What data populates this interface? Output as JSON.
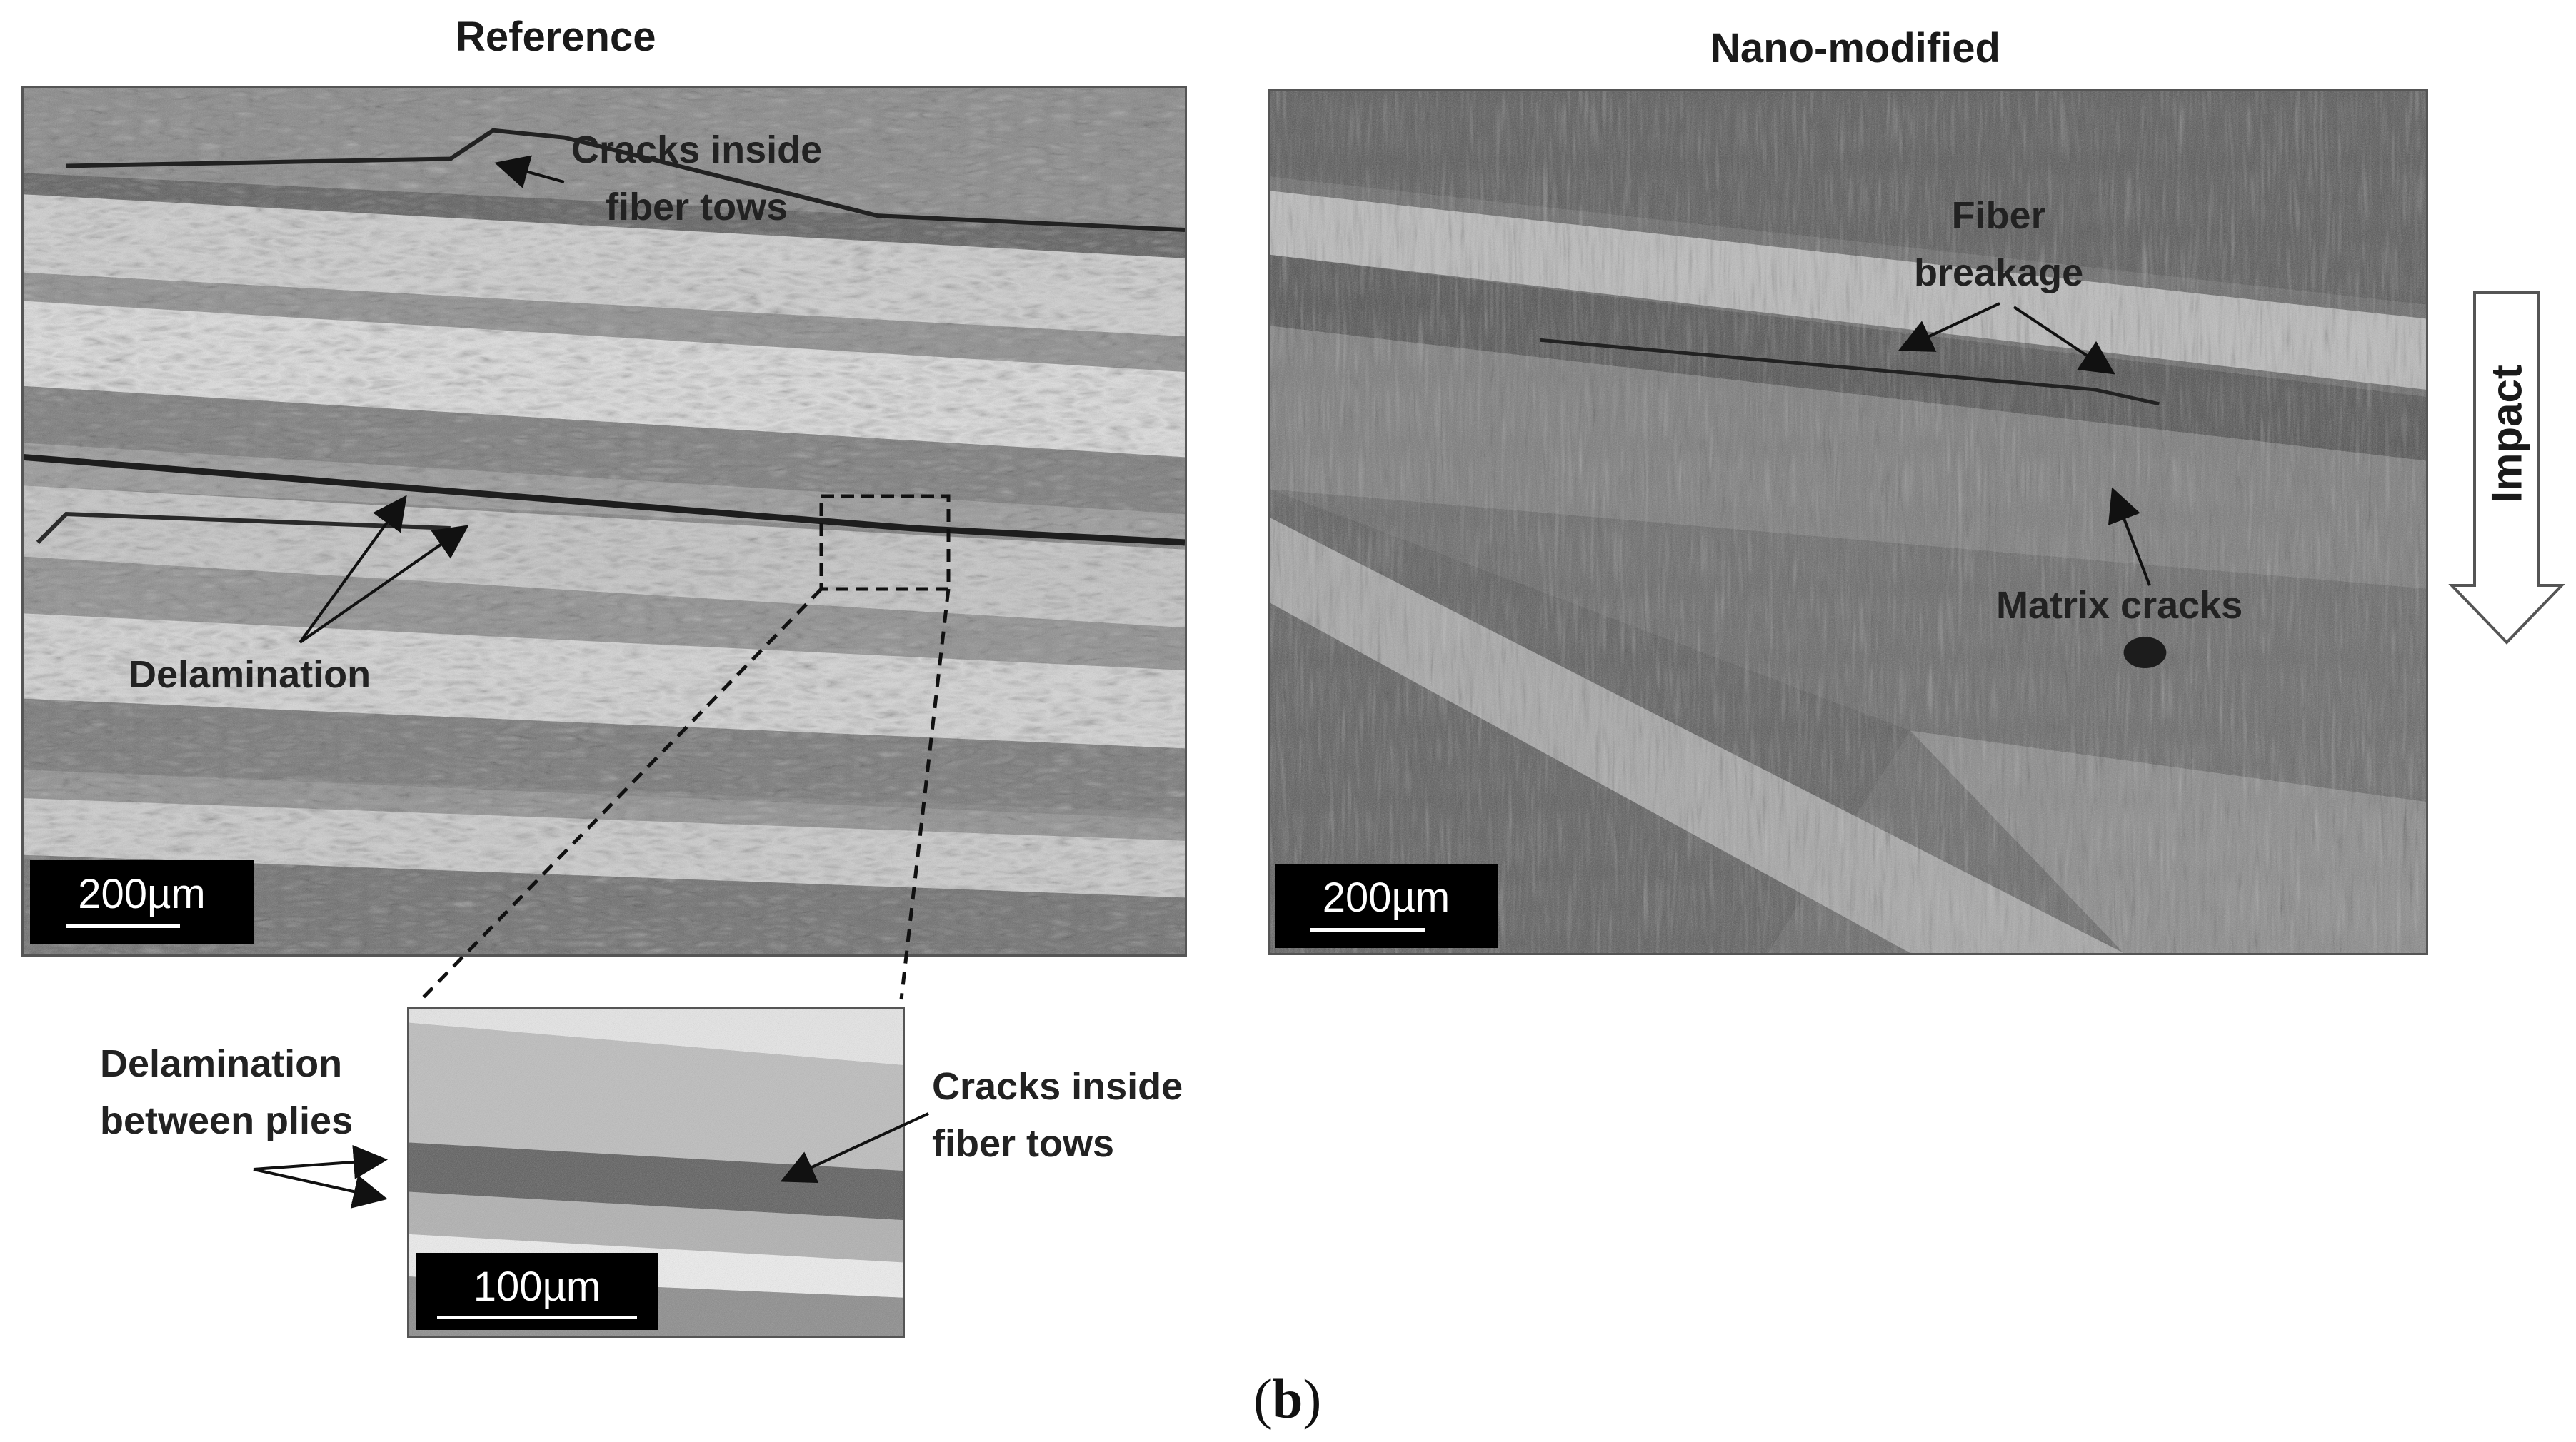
{
  "panels": {
    "reference": {
      "title": "Reference",
      "scale_label": "200µm",
      "annotations": {
        "cracks_line1": "Cracks inside",
        "cracks_line2": "fiber tows",
        "delamination": "Delamination"
      }
    },
    "nano_modified": {
      "title": "Nano-modified",
      "scale_label": "200µm",
      "annotations": {
        "fiber_line1": "Fiber",
        "fiber_line2": "breakage",
        "matrix_cracks": "Matrix cracks"
      }
    },
    "inset": {
      "scale_label": "100µm",
      "annotations": {
        "delam_line1": "Delamination",
        "delam_line2": "between plies",
        "cracks_line1": "Cracks inside",
        "cracks_line2": "fiber tows"
      }
    }
  },
  "impact": {
    "label": "Impact"
  },
  "caption": {
    "open": "(",
    "letter": "b",
    "close": ")"
  }
}
